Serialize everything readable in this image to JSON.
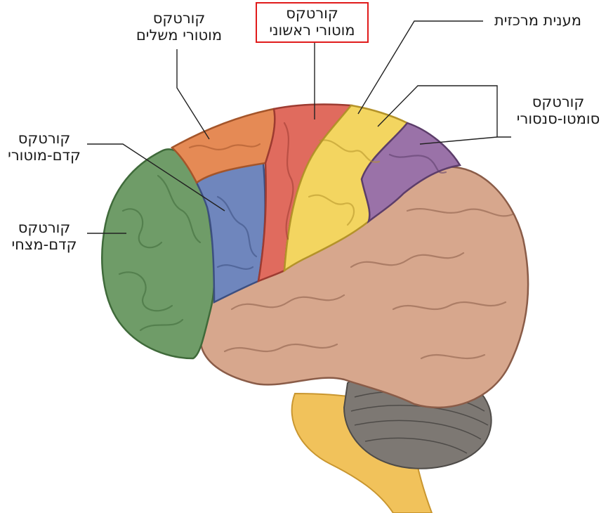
{
  "labels": {
    "supplementary_motor": {
      "line1": "קורטקס",
      "line2": "מוטורי משלים"
    },
    "primary_motor": {
      "line1": "קורטקס",
      "line2": "מוטורי ראשוני"
    },
    "central_sulcus": {
      "line1": "מענית מרכזית"
    },
    "somatosensory": {
      "line1": "קורטקס",
      "line2": "סומטו-סנסורי"
    },
    "premotor": {
      "line1": "קורטקס",
      "line2": "קדם-מוטורי"
    },
    "prefrontal": {
      "line1": "קורטקס",
      "line2": "קדם-מצחי"
    }
  },
  "colors": {
    "prefrontal": "#6f9c68",
    "premotor": "#6f86bd",
    "supplementary_motor": "#e58a55",
    "primary_motor": "#e06b5e",
    "somatosensory": "#f3d560",
    "parietal": "#9a72a8",
    "rest_of_cortex": "#d7a78d",
    "cerebellum": "#7d7873",
    "brainstem": "#f1c25b",
    "highlight": "#e01b1b"
  }
}
